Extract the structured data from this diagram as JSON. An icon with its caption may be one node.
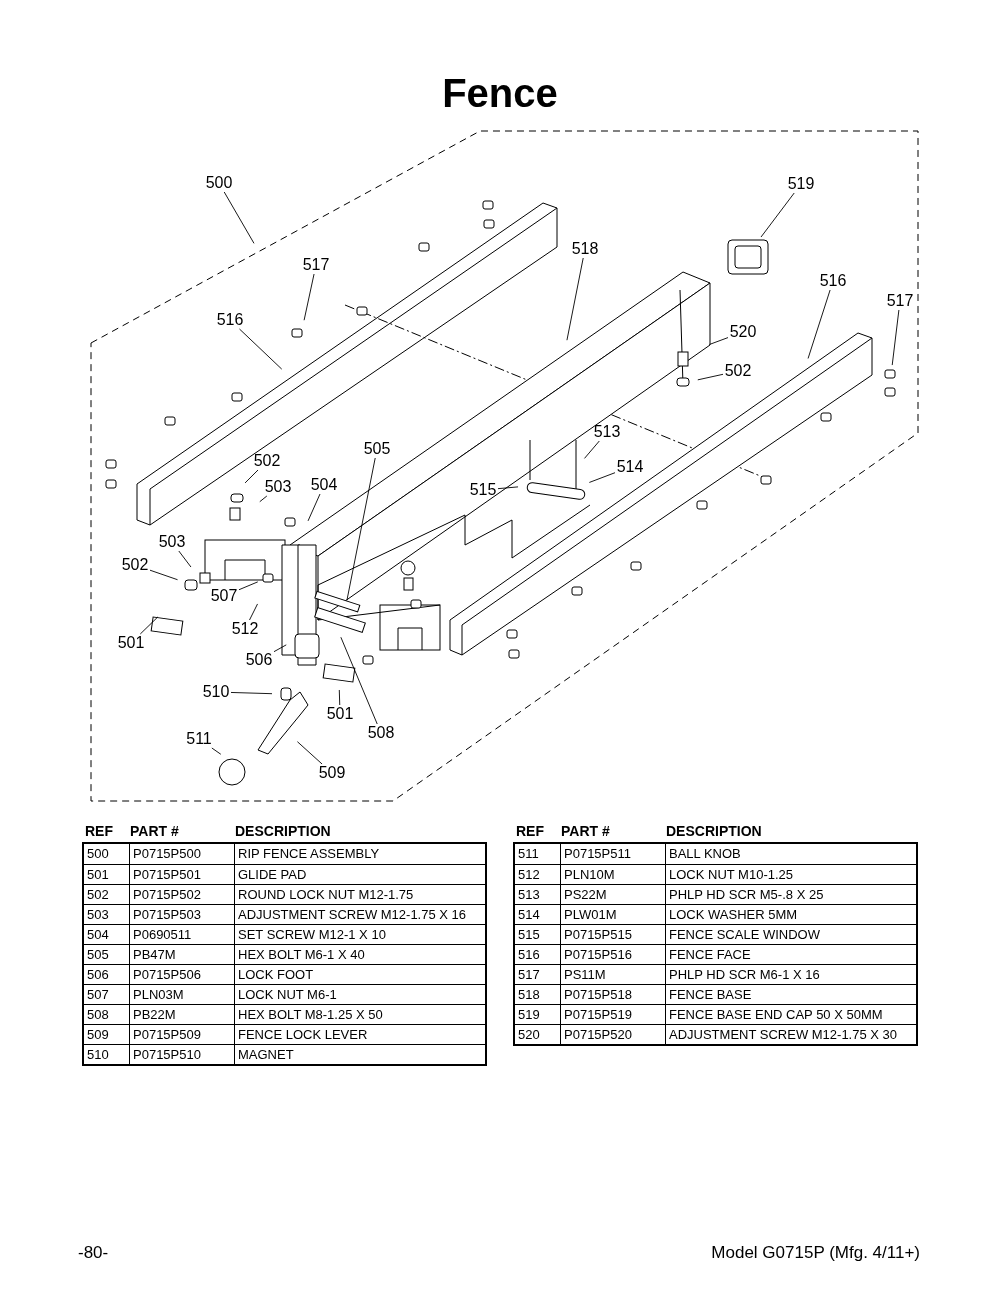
{
  "diagram": {
    "title": "Fence",
    "nodes": [
      {
        "text": [
          "500"
        ]
      },
      {
        "text": [
          "519"
        ]
      },
      {
        "text": [
          "518"
        ]
      },
      {
        "text": [
          "517"
        ]
      },
      {
        "text": [
          "516"
        ]
      },
      {
        "text": [
          "517"
        ]
      },
      {
        "text": [
          "516"
        ]
      },
      {
        "text": [
          "520"
        ]
      },
      {
        "text": [
          "502"
        ]
      },
      {
        "text": [
          "513"
        ]
      },
      {
        "text": [
          "505"
        ]
      },
      {
        "text": [
          "502"
        ]
      },
      {
        "text": [
          "514"
        ]
      },
      {
        "text": [
          "503"
        ]
      },
      {
        "text": [
          "504"
        ]
      },
      {
        "text": [
          "515"
        ]
      },
      {
        "text": [
          "503"
        ]
      },
      {
        "text": [
          "502"
        ]
      },
      {
        "text": [
          "507"
        ]
      },
      {
        "text": [
          "512"
        ]
      },
      {
        "text": [
          "501"
        ]
      },
      {
        "text": [
          "506"
        ]
      },
      {
        "text": [
          "510"
        ]
      },
      {
        "text": [
          "501"
        ]
      },
      {
        "text": [
          "508"
        ]
      },
      {
        "text": [
          "511"
        ]
      },
      {
        "text": [
          "509"
        ]
      }
    ],
    "edges": [
      {
        "from": 0,
        "to": null,
        "arrow": "none"
      },
      {
        "from": 1,
        "to": null,
        "arrow": "none"
      },
      {
        "from": 2,
        "to": null,
        "arrow": "none"
      },
      {
        "from": 3,
        "to": null,
        "arrow": "none"
      },
      {
        "from": 4,
        "to": null,
        "arrow": "none"
      },
      {
        "from": 5,
        "to": null,
        "arrow": "none"
      },
      {
        "from": 6,
        "to": null,
        "arrow": "none"
      },
      {
        "from": 7,
        "to": null,
        "arrow": "none"
      },
      {
        "from": 8,
        "to": null,
        "arrow": "none"
      },
      {
        "from": 9,
        "to": null,
        "arrow": "none"
      },
      {
        "from": 10,
        "to": null,
        "arrow": "none"
      },
      {
        "from": 11,
        "to": null,
        "arrow": "none"
      },
      {
        "from": 12,
        "to": null,
        "arrow": "none"
      },
      {
        "from": 13,
        "to": null,
        "arrow": "none"
      },
      {
        "from": 14,
        "to": null,
        "arrow": "none"
      },
      {
        "from": 15,
        "to": null,
        "arrow": "none"
      },
      {
        "from": 16,
        "to": null,
        "arrow": "none"
      },
      {
        "from": 17,
        "to": null,
        "arrow": "none"
      },
      {
        "from": 18,
        "to": null,
        "arrow": "none"
      },
      {
        "from": 19,
        "to": null,
        "arrow": "none"
      },
      {
        "from": 20,
        "to": null,
        "arrow": "none"
      },
      {
        "from": 21,
        "to": null,
        "arrow": "none"
      },
      {
        "from": 22,
        "to": null,
        "arrow": "none"
      },
      {
        "from": 23,
        "to": null,
        "arrow": "none"
      },
      {
        "from": 24,
        "to": null,
        "arrow": "none"
      },
      {
        "from": 25,
        "to": null,
        "arrow": "none"
      },
      {
        "from": 26,
        "to": null,
        "arrow": "none"
      }
    ],
    "labels": [
      "REF",
      "PART #",
      "DESCRIPTION",
      "500",
      "P0715P500",
      "RIP FENCE ASSEMBLY",
      "501",
      "P0715P501",
      "GLIDE PAD",
      "502",
      "P0715P502",
      "ROUND LOCK NUT M12-1.75",
      "503",
      "P0715P503",
      "ADJUSTMENT SCREW M12-1.75 X 16",
      "504",
      "P0690511",
      "SET SCREW M12-1 X 10",
      "505",
      "PB47M",
      "HEX BOLT M6-1 X 40",
      "506",
      "P0715P506",
      "LOCK FOOT",
      "507",
      "PLN03M",
      "LOCK NUT M6-1",
      "508",
      "PB22M",
      "HEX BOLT M8-1.25 X 50",
      "509",
      "P0715P509",
      "FENCE LOCK LEVER",
      "510",
      "P0715P510",
      "MAGNET",
      "REF",
      "PART #",
      "DESCRIPTION",
      "511",
      "P0715P511",
      "BALL KNOB",
      "512",
      "PLN10M",
      "LOCK NUT M10-1.25",
      "513",
      "PS22M",
      "PHLP HD SCR M5-.8 X 25",
      "514",
      "PLW01M",
      "LOCK WASHER 5MM",
      "515",
      "P0715P515",
      "FENCE SCALE WINDOW",
      "516",
      "P0715P516",
      "FENCE FACE",
      "517",
      "PS11M",
      "PHLP HD SCR M6-1 X 16",
      "518",
      "P0715P518",
      "FENCE BASE",
      "519",
      "P0715P519",
      "FENCE BASE END CAP 50 X 50MM",
      "520",
      "P0715P520",
      "ADJUSTMENT SCREW M12-1.75 X 30",
      "-80-",
      "Model G0715P (Mfg. 4/11+)"
    ]
  }
}
